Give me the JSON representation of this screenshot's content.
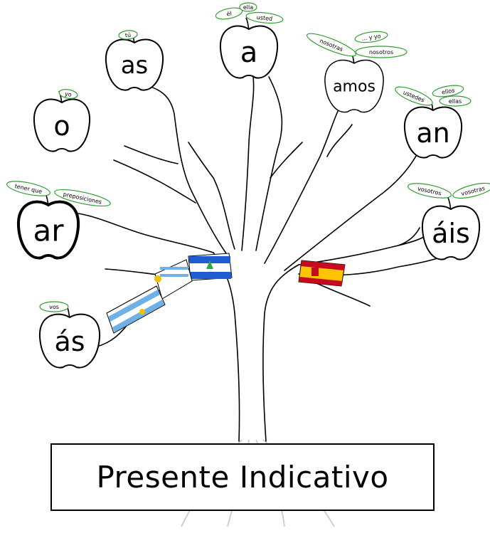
{
  "title": "Presente Indicativo",
  "apples": [
    {
      "id": "o",
      "ending": "o",
      "pronouns": [
        "yo"
      ]
    },
    {
      "id": "as",
      "ending": "as",
      "pronouns": [
        "tú"
      ]
    },
    {
      "id": "a",
      "ending": "a",
      "pronouns": [
        "él",
        "ella",
        "usted"
      ]
    },
    {
      "id": "amos",
      "ending": "amos",
      "pronouns": [
        "nosotras",
        "... y yo",
        "nosotros"
      ]
    },
    {
      "id": "an",
      "ending": "an",
      "pronouns": [
        "ustedes",
        "ellos",
        "ellas"
      ]
    },
    {
      "id": "ar",
      "ending": "ar",
      "pronouns": [
        "tener que",
        "preposiciones"
      ]
    },
    {
      "id": "ais",
      "ending": "áis",
      "pronouns": [
        "vosotros",
        "vosotras"
      ]
    },
    {
      "id": "as-vos",
      "ending": "ás",
      "pronouns": [
        "vos"
      ]
    }
  ],
  "colors": {
    "leaf_stroke": "#2e9e2e",
    "outline": "#000000",
    "flag_blue": "#6fb1e6",
    "spain_red": "#c60b1e",
    "spain_yellow": "#ffc400",
    "nic_blue": "#1f5cd1"
  }
}
